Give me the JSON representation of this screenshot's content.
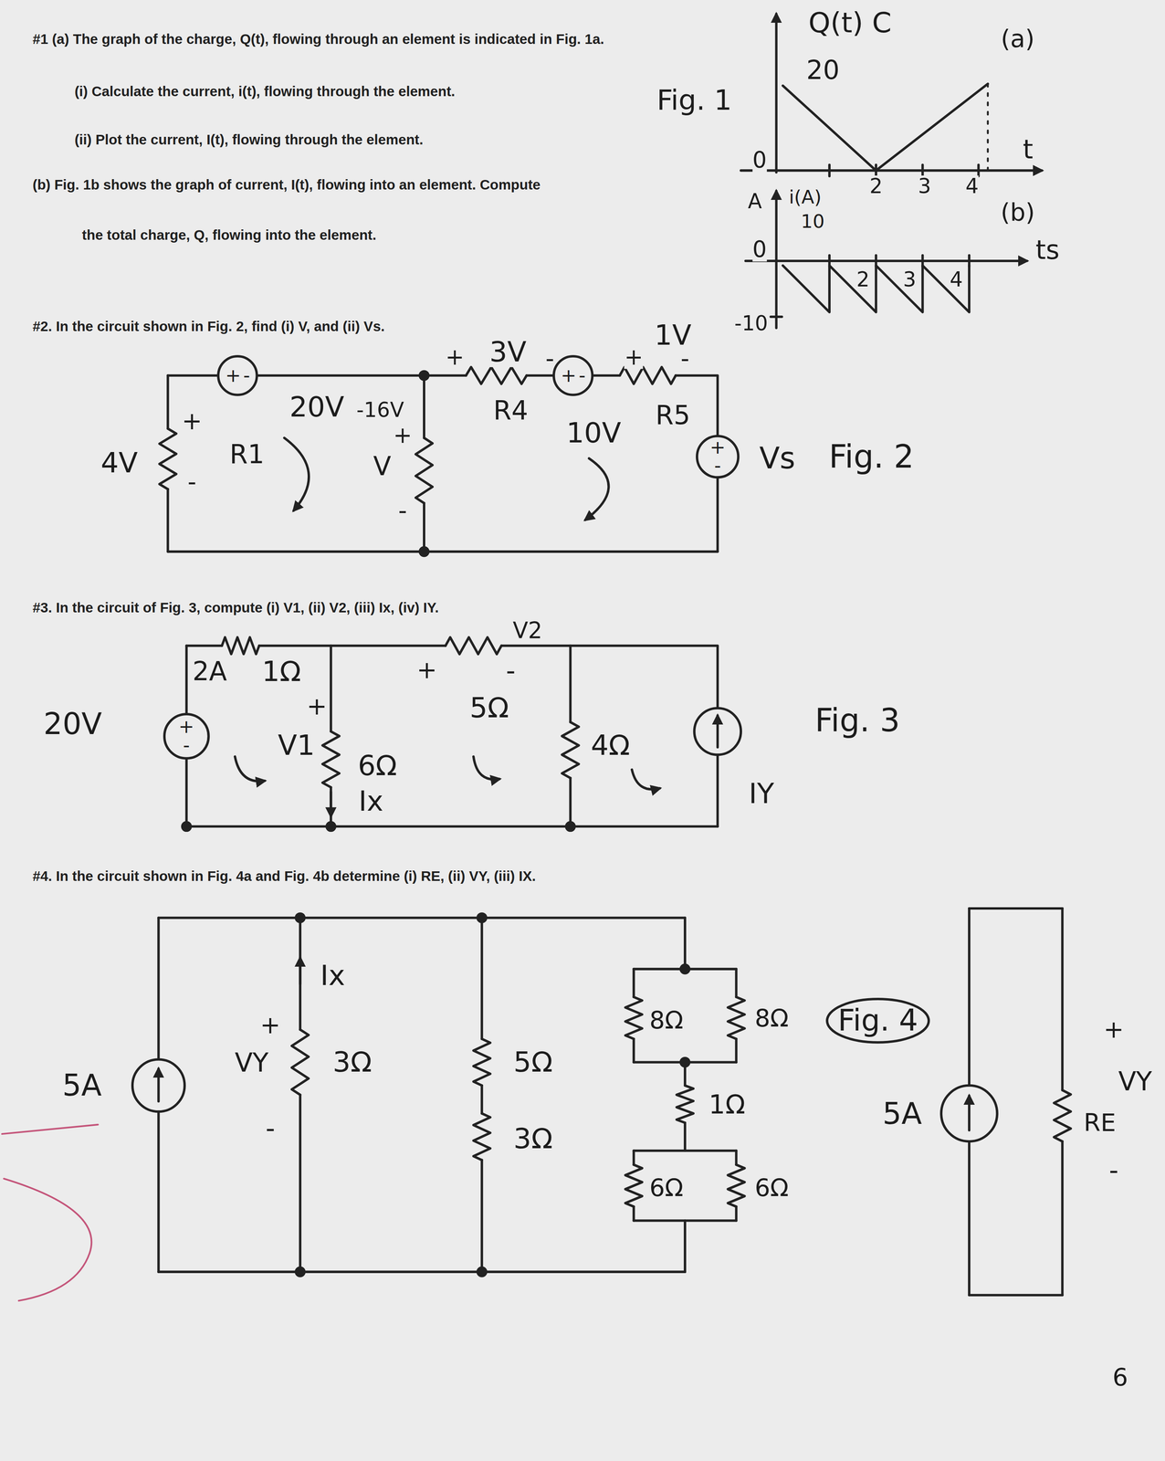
{
  "diagram": {
    "nodes": [
      {
        "text": [
          "+",
          "-"
        ]
      },
      {
        "text": [
          "+",
          "-"
        ]
      },
      {
        "text": [
          "+",
          "-"
        ]
      },
      {
        "text": [
          "+",
          "-"
        ]
      },
      {
        "text": [
          "Fig. 4"
        ]
      }
    ],
    "labels": [
      "#1 (a) The graph of the charge, Q(t), flowing through an element is indicated in Fig. 1a.",
      "(i) Calculate the current, i(t), flowing through the element.",
      "(ii) Plot the current, I(t), flowing through the element.",
      "(b) Fig. 1b shows the graph of current, I(t), flowing into an element. Compute",
      "the total charge, Q, flowing into the element.",
      "Q(t) C",
      "(a)",
      "20",
      "Fig. 1",
      "0",
      "t",
      "2",
      "3",
      "4",
      "A",
      "i(A)",
      "10",
      "(b)",
      "0",
      "ts",
      "2",
      "3",
      "4",
      "-10",
      "#2. In the circuit shown in Fig. 2, find (i) V, and (ii) Vs.",
      "20V",
      "-16V",
      "+",
      "V",
      "-",
      "4V",
      "+",
      "-",
      "R1",
      "+",
      "3V",
      "-",
      "R4",
      "10V",
      "1V",
      "+",
      "-",
      "R5",
      "Vs",
      "Fig. 2",
      "#3. In the circuit of Fig. 3, compute (i) V1, (ii) V2, (iii) Ix, (iv) IY.",
      "2A",
      "1Ω",
      "+",
      "V1",
      "6Ω",
      "Ix",
      "+",
      "-",
      "5Ω",
      "V2",
      "4Ω",
      "IY",
      "20V",
      "Fig. 3",
      "#4. In the circuit shown in Fig. 4a and Fig. 4b determine (i) RE, (ii) VY, (iii) IX.",
      "Ix",
      "+",
      "VY",
      "-",
      "3Ω",
      "5A",
      "5Ω",
      "3Ω",
      "8Ω",
      "8Ω",
      "1Ω",
      "6Ω",
      "6Ω",
      "5A",
      "+",
      "VY",
      "RE",
      "-",
      "6"
    ]
  }
}
